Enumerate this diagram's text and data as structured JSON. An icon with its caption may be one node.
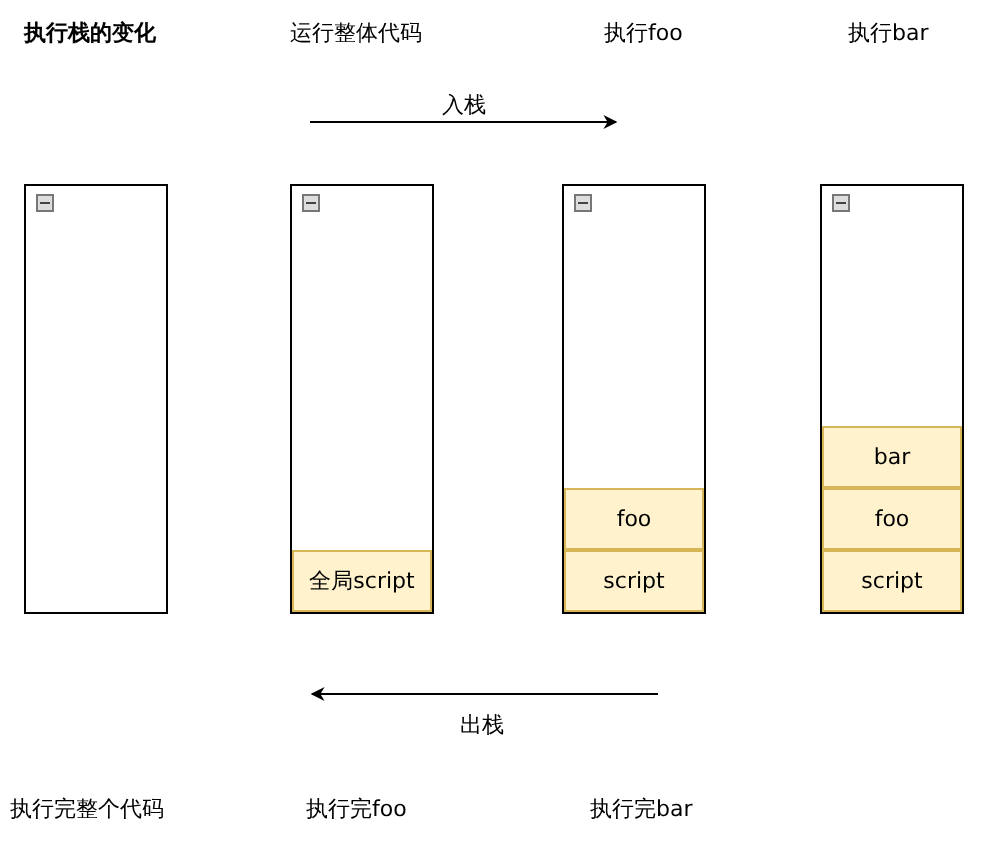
{
  "diagram": {
    "nodes": [
      {
        "text": [],
        "shape": "box"
      },
      {
        "text": [],
        "shape": "box"
      },
      {
        "text": [
          "全局script"
        ],
        "in": 1
      },
      {
        "text": [],
        "shape": "box"
      },
      {
        "text": [
          "foo"
        ],
        "in": 3
      },
      {
        "text": [
          "script"
        ],
        "in": 3
      },
      {
        "text": [],
        "shape": "box"
      },
      {
        "text": [
          "bar"
        ],
        "in": 6
      },
      {
        "text": [
          "foo"
        ],
        "in": 6
      },
      {
        "text": [
          "script"
        ],
        "in": 6
      }
    ],
    "edges": [],
    "labels": [
      "执行栈的变化",
      "运行整体代码",
      "执行foo",
      "执行bar",
      "入栈",
      "出栈",
      "执行完整个代码",
      "执行完foo",
      "执行完bar"
    ]
  }
}
